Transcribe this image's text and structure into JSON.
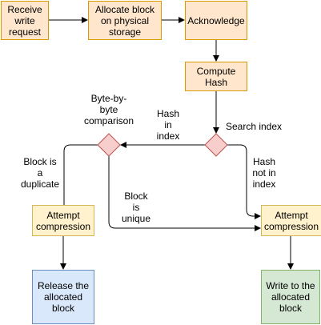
{
  "nodes": {
    "receive": "Receive\nwrite\nrequest",
    "allocate": "Allocate block\non physical\nstorage",
    "acknowledge": "Acknowledge",
    "compute_hash": "Compute\nHash",
    "attempt_left": "Attempt\ncompression",
    "attempt_right": "Attempt\ncompression",
    "release": "Release the\nallocated\nblock",
    "write": "Write to the\nallocated\nblock"
  },
  "labels": {
    "search_index": "Search index",
    "hash_in_index": "Hash\nin\nindex",
    "hash_not_in_index": "Hash\nnot in\nindex",
    "byte_comparison": "Byte-by-\nbyte\ncomparison",
    "block_duplicate": "Block is\na\nduplicate",
    "block_unique": "Block\nis\nunique"
  },
  "colors": {
    "process_fill": "#ffe6cc",
    "process_border": "#d79b00",
    "decision_fill": "#f8cecc",
    "decision_border": "#b85450",
    "compression_fill": "#fff2cc",
    "release_fill": "#dae8fc",
    "write_fill": "#d5e8d4"
  }
}
